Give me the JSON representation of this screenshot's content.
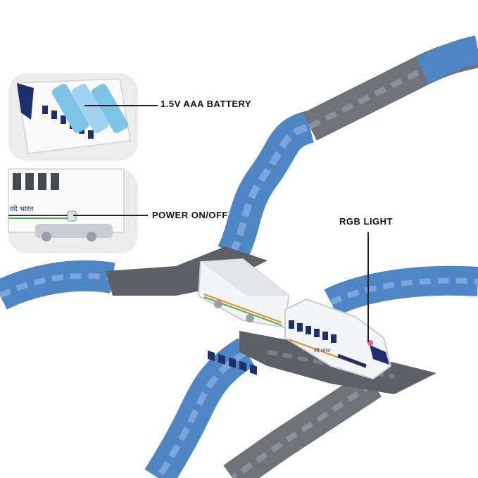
{
  "callouts": {
    "battery": "1.5V AAA BATTERY",
    "power": "POWER ON/OFF",
    "rgb": "RGB LIGHT"
  },
  "train": {
    "logo_text": "वंदे भारत"
  },
  "colors": {
    "track_blue": "#4f86c6",
    "track_blue_dark": "#3a6fb0",
    "junction_gray": "#5d6167",
    "road_gray": "#6f7379",
    "train_white": "#f4f5f7",
    "train_navy": "#1f2f6e",
    "stripe_orange": "#f08a24",
    "stripe_green": "#4caf50",
    "battery_blue": "#7ec3e8",
    "inset_bg": "#ececec",
    "rgb_light": "#ff4fa0"
  },
  "icons": [
    "battery-compartment-inset",
    "power-switch-inset",
    "rgb-light-dot"
  ]
}
